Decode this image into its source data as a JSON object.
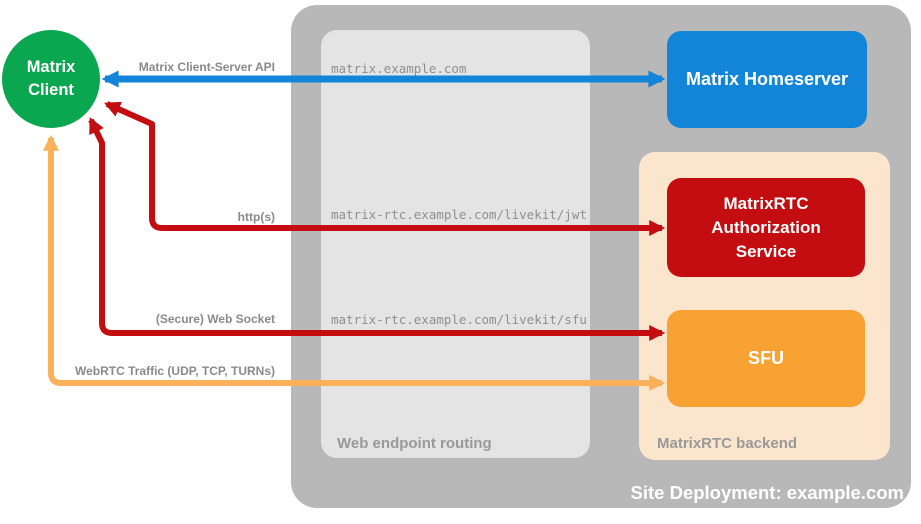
{
  "diagram": {
    "site": {
      "label": "Site Deployment: example.com",
      "bg": "#b8b8b8"
    },
    "routing": {
      "label": "Web endpoint routing",
      "bg": "#e4e4e4"
    },
    "backend": {
      "label": "MatrixRTC backend",
      "bg": "#fce5cd"
    },
    "nodes": {
      "client": {
        "label": "Matrix\nClient",
        "color": "#0ba750"
      },
      "homeserver": {
        "label": "Matrix Homeserver",
        "color": "#1285d8"
      },
      "auth": {
        "label": "MatrixRTC Authorization Service",
        "color": "#c40d10"
      },
      "sfu": {
        "label": "SFU",
        "color": "#f7a233"
      }
    },
    "connections": [
      {
        "name": "matrix-client-server-api",
        "label": "Matrix Client-Server API",
        "endpoint": "matrix.example.com",
        "color": "#1285d8"
      },
      {
        "name": "https",
        "label": "http(s)",
        "endpoint": "matrix-rtc.example.com/livekit/jwt",
        "color": "#c40d10"
      },
      {
        "name": "secure-web-socket",
        "label": "(Secure) Web Socket",
        "endpoint": "matrix-rtc.example.com/livekit/sfu",
        "color": "#c40d10"
      },
      {
        "name": "webrtc-traffic",
        "label": "WebRTC Traffic (UDP, TCP, TURNs)",
        "endpoint": "",
        "color": "#fbb05a"
      }
    ]
  }
}
